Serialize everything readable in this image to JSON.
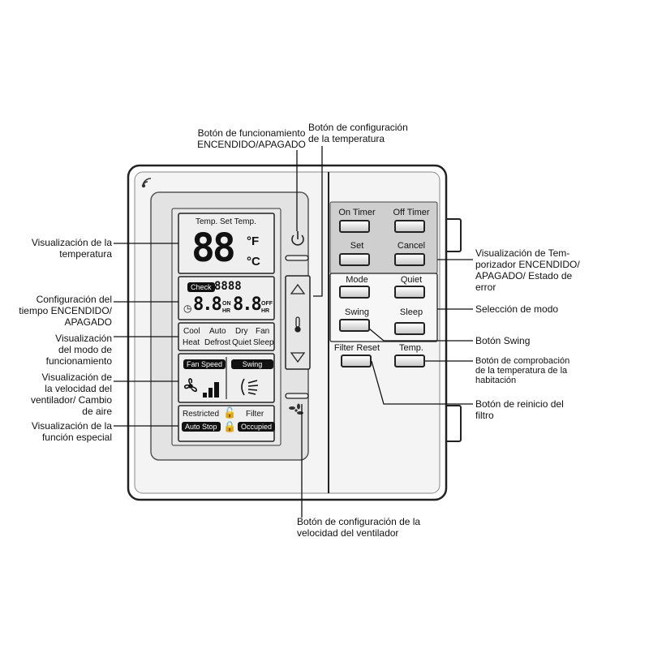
{
  "callouts": {
    "power_button": "Botón de funcionamiento\nENCENDIDO/APAGADO",
    "temp_setting": "Botón de configuración\nde la temperatura",
    "temp_display": "Visualización de la\ntemperatura",
    "timer_setting": "Configuración del\ntiempo ENCENDIDO/\nAPAGADO",
    "mode_display": "Visualización\ndel modo de\nfuncionamiento",
    "fan_display": "Visualización de\nla velocidad del\nventilador/ Cambio\nde aire",
    "special_display": "Visualización de la\nfunción especial",
    "timer_display": "Visualización de Tem-\nporizador  ENCENDIDO/\nAPAGADO/ Estado de\nerror",
    "mode_select": "Selección de modo",
    "swing_button": "Botón Swing",
    "room_temp_button": "Botón de comprobación\nde la temperatura de la\nhabitación",
    "filter_reset_button": "Botón de reinicio del\nfiltro",
    "fan_speed_button": "Botón de configuración de la\nvelocidad del ventilador"
  },
  "lcd": {
    "temp_label": "Temp. Set Temp.",
    "temp_digits": "88",
    "unit_f": "°F",
    "unit_c": "°C",
    "check_badge": "Check",
    "check_digits": "8888",
    "timer_on_digits": "8.8",
    "timer_on_label": "ON",
    "timer_hr": "HR",
    "timer_off_digits": "8.8",
    "timer_off_label": "OFF",
    "modes_row1": [
      "Cool",
      "Auto",
      "Dry",
      "Fan"
    ],
    "modes_row2": [
      "Heat",
      "Defrost",
      "Quiet",
      "Sleep"
    ],
    "fan_speed_badge": "Fan Speed",
    "swing_badge": "Swing",
    "restricted_label": "Restricted",
    "filter_label": "Filter",
    "auto_stop_badge": "Auto Stop",
    "occupied_badge": "Occupied"
  },
  "buttons": {
    "on_timer": "On Timer",
    "off_timer": "Off Timer",
    "set": "Set",
    "cancel": "Cancel",
    "mode": "Mode",
    "quiet": "Quiet",
    "swing": "Swing",
    "sleep": "Sleep",
    "filter_reset": "Filter Reset",
    "temp": "Temp."
  }
}
